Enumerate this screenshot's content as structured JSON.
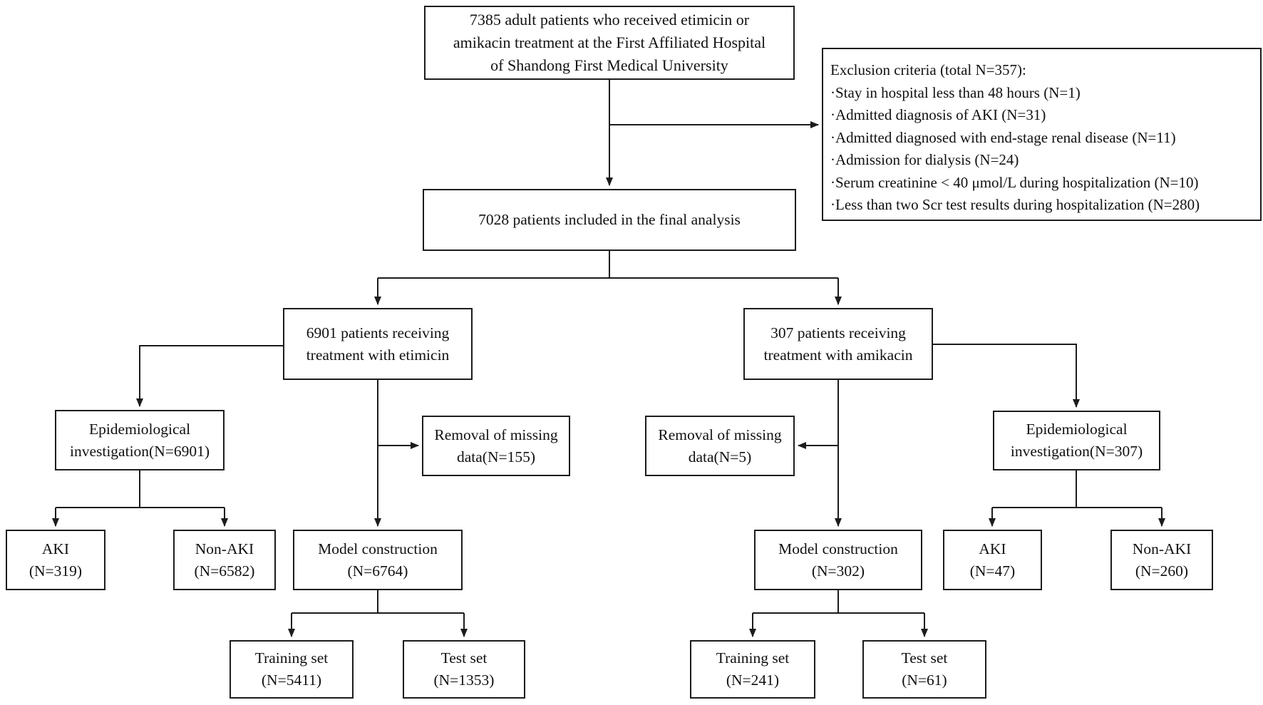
{
  "colors": {
    "background": "#ffffff",
    "line": "#1c1c1c",
    "text": "#111111"
  },
  "nodes": {
    "top_cohort": {
      "lines": [
        "7385 adult patients who received etimicin or",
        "amikacin treatment at the First Affiliated Hospital",
        "of Shandong First Medical University"
      ]
    },
    "exclusion": {
      "lines": [
        "Exclusion criteria (total N=357):",
        "·Stay in hospital less than 48 hours (N=1)",
        "·Admitted diagnosis of AKI (N=31)",
        "·Admitted diagnosed with end-stage renal disease (N=11)",
        "·Admission for dialysis (N=24)",
        "·Serum creatinine < 40 μmol/L during hospitalization (N=10)",
        "·Less than two Scr test results during hospitalization (N=280)"
      ]
    },
    "final_analysis": {
      "lines": [
        "7028 patients included in the final analysis"
      ]
    },
    "etimicin_group": {
      "lines": [
        "6901 patients receiving",
        "treatment with etimicin"
      ]
    },
    "amikacin_group": {
      "lines": [
        "307 patients receiving",
        "treatment with amikacin"
      ]
    },
    "epi_left": {
      "lines": [
        "Epidemiological",
        "investigation(N=6901)"
      ]
    },
    "removal_left": {
      "lines": [
        "Removal of missing",
        "data(N=155)"
      ]
    },
    "removal_right": {
      "lines": [
        "Removal of missing",
        "data(N=5)"
      ]
    },
    "epi_right": {
      "lines": [
        "Epidemiological",
        "investigation(N=307)"
      ]
    },
    "aki_left": {
      "lines": [
        "AKI",
        "(N=319)"
      ]
    },
    "nonaki_left": {
      "lines": [
        "Non-AKI",
        "(N=6582)"
      ]
    },
    "model_left": {
      "lines": [
        "Model construction",
        "(N=6764)"
      ]
    },
    "model_right": {
      "lines": [
        "Model construction",
        "(N=302)"
      ]
    },
    "aki_right": {
      "lines": [
        "AKI",
        "(N=47)"
      ]
    },
    "nonaki_right": {
      "lines": [
        "Non-AKI",
        "(N=260)"
      ]
    },
    "training_left": {
      "lines": [
        "Training set",
        "(N=5411)"
      ]
    },
    "test_left": {
      "lines": [
        "Test set",
        "(N=1353)"
      ]
    },
    "training_right": {
      "lines": [
        "Training set",
        "(N=241)"
      ]
    },
    "test_right": {
      "lines": [
        "Test set",
        "(N=61)"
      ]
    }
  }
}
